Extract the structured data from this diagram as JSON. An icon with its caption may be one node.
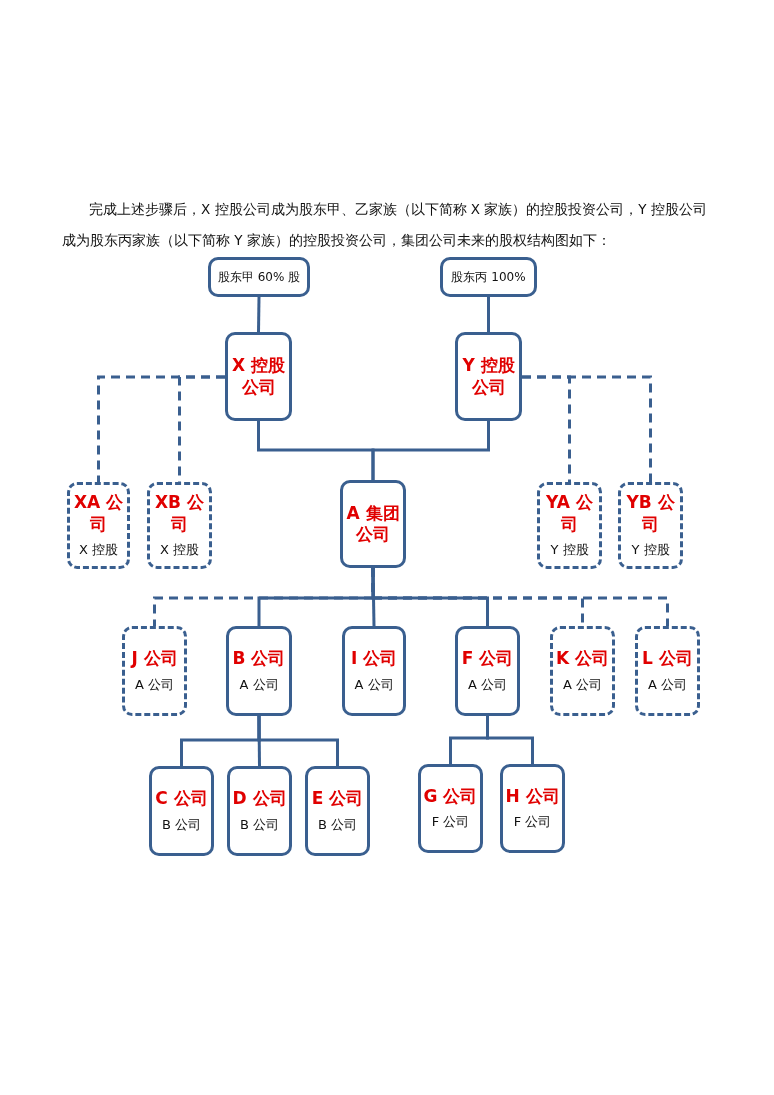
{
  "diagram": {
    "nodes": [
      {
        "text": [
          "股东甲 60% 股"
        ]
      },
      {
        "text": [
          "股东丙 100%"
        ]
      },
      {
        "text": [
          "X 控股公司"
        ]
      },
      {
        "text": [
          "Y 控股公司"
        ]
      },
      {
        "text": [
          "XA 公司",
          "X 控股"
        ]
      },
      {
        "text": [
          "XB 公司",
          "X 控股"
        ]
      },
      {
        "text": [
          "A 集团公司"
        ]
      },
      {
        "text": [
          "YA 公司",
          "Y 控股"
        ]
      },
      {
        "text": [
          "YB 公司",
          "Y 控股"
        ]
      },
      {
        "text": [
          "J 公司",
          "A 公司"
        ]
      },
      {
        "text": [
          "B 公司",
          "A 公司"
        ]
      },
      {
        "text": [
          "I 公司",
          "A 公司"
        ]
      },
      {
        "text": [
          "F 公司",
          "A 公司"
        ]
      },
      {
        "text": [
          "K 公司",
          "A 公司"
        ]
      },
      {
        "text": [
          "L 公司",
          "A 公司"
        ]
      },
      {
        "text": [
          "C 公司",
          "B 公司"
        ]
      },
      {
        "text": [
          "D 公司",
          "B 公司"
        ]
      },
      {
        "text": [
          "E 公司",
          "B 公司"
        ]
      },
      {
        "text": [
          "G 公司",
          "F 公司"
        ]
      },
      {
        "text": [
          "H 公司",
          "F 公司"
        ]
      }
    ],
    "edges": [
      {
        "from": 0,
        "to": 2,
        "arrow": "none"
      },
      {
        "from": 1,
        "to": 3,
        "arrow": "none"
      },
      {
        "from": 2,
        "to": 4,
        "arrow": "none",
        "style": "dashed"
      },
      {
        "from": 2,
        "to": 5,
        "arrow": "none",
        "style": "dashed"
      },
      {
        "from": 3,
        "to": 7,
        "arrow": "none",
        "style": "dashed"
      },
      {
        "from": 3,
        "to": 8,
        "arrow": "none",
        "style": "dashed"
      },
      {
        "from": 2,
        "to": 6,
        "arrow": "none"
      },
      {
        "from": 3,
        "to": 6,
        "arrow": "none"
      },
      {
        "from": 6,
        "to": 9,
        "arrow": "none",
        "style": "dashed"
      },
      {
        "from": 6,
        "to": 10,
        "arrow": "none"
      },
      {
        "from": 6,
        "to": 11,
        "arrow": "none"
      },
      {
        "from": 6,
        "to": 12,
        "arrow": "none"
      },
      {
        "from": 6,
        "to": 13,
        "arrow": "none",
        "style": "dashed"
      },
      {
        "from": 6,
        "to": 14,
        "arrow": "none",
        "style": "dashed"
      },
      {
        "from": 10,
        "to": 15,
        "arrow": "none"
      },
      {
        "from": 10,
        "to": 16,
        "arrow": "none"
      },
      {
        "from": 10,
        "to": 17,
        "arrow": "none"
      },
      {
        "from": 12,
        "to": 18,
        "arrow": "none"
      },
      {
        "from": 12,
        "to": 19,
        "arrow": "none"
      }
    ],
    "labels": [
      "完成上述步骤后，X 控股公司成为股东甲、乙家族（以下简称 X 家族）的控股投资公司，Y 控股公司成为股东丙家族（以下简称 Y 家族）的控股投资公司，集团公司未来的股权结构图如下："
    ]
  }
}
